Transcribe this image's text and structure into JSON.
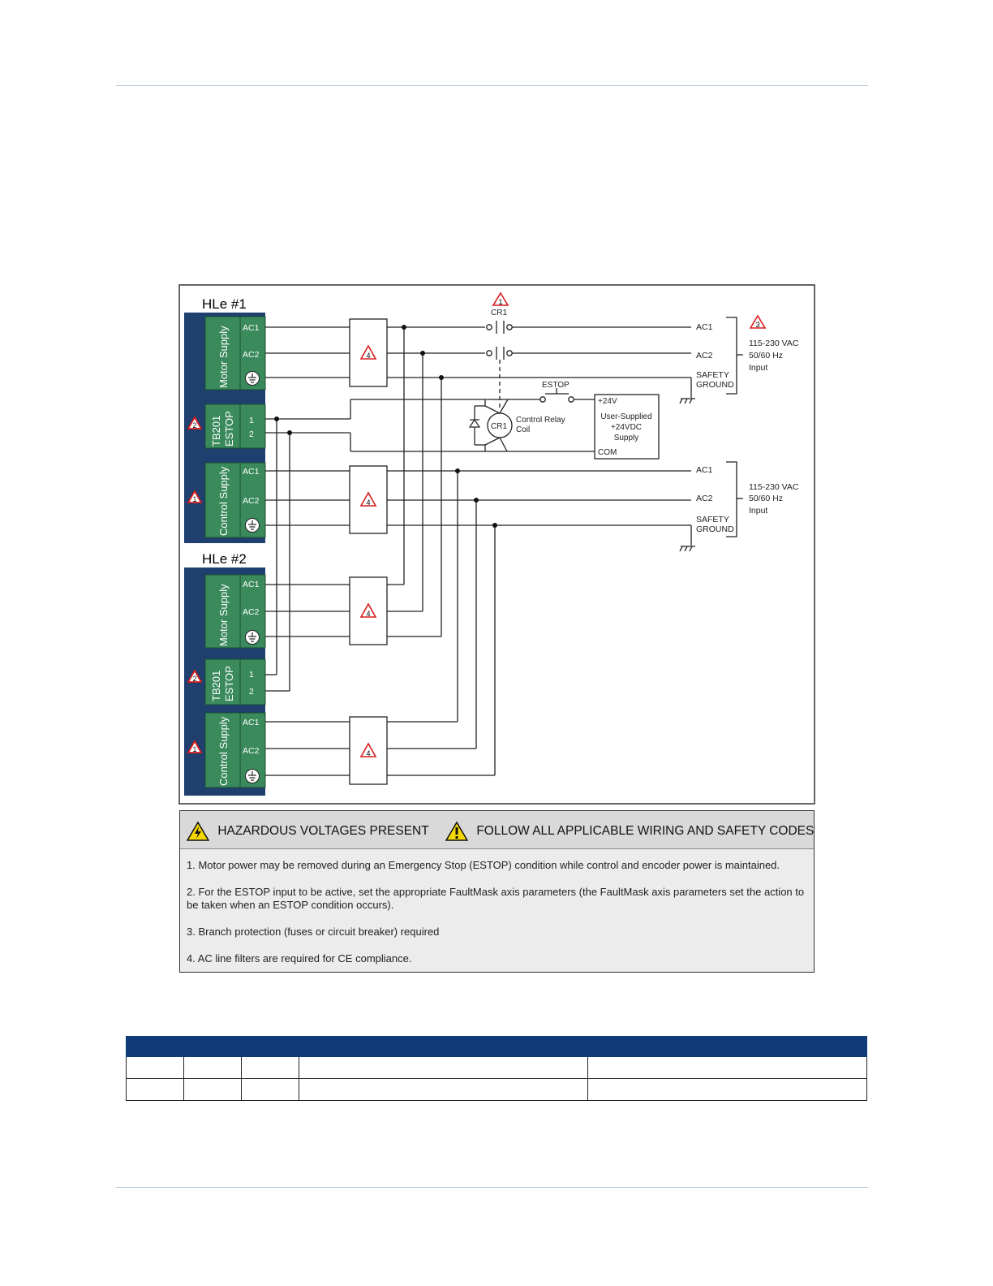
{
  "modules": {
    "hle1": "HLe #1",
    "hle2": "HLe #2",
    "motor_supply": "Motor Supply",
    "control_supply": "Control Supply",
    "tb201": "TB201",
    "estop": "ESTOP",
    "ac1": "AC1",
    "ac2": "AC2",
    "pin1": "1",
    "pin2": "2"
  },
  "markers": {
    "m1": "1",
    "m2": "2",
    "m3": "3",
    "m4": "4"
  },
  "relay": {
    "cr1": "CR1",
    "coil_line1": "Control Relay",
    "coil_line2": "Coil",
    "estop_switch": "ESTOP"
  },
  "supply24": {
    "plus": "+24V",
    "line1": "User-Supplied",
    "line2": "+24VDC",
    "line3": "Supply",
    "com": "COM"
  },
  "inputs": {
    "ac1": "AC1",
    "ac2": "AC2",
    "safety": "SAFETY",
    "ground": "GROUND",
    "voltage": "115-230 VAC",
    "freq": "50/60 Hz",
    "input": "Input"
  },
  "notes_panel": {
    "hazard": "HAZARDOUS VOLTAGES PRESENT",
    "codes": "FOLLOW ALL APPLICABLE WIRING AND SAFETY CODES",
    "note1": "1. Motor power may be removed during an Emergency Stop (ESTOP) condition while control and encoder power is maintained.",
    "note2": "2. For the ESTOP input to be active, set the appropriate FaultMask axis parameters (the FaultMask axis parameters set the action to be taken when an ESTOP condition occurs).",
    "note3": "3. Branch protection (fuses or circuit breaker) required",
    "note4": "4. AC line filters are required for CE compliance."
  },
  "colors": {
    "module_blue": "#1f3f6e",
    "terminal_green": "#3a8a5c",
    "warn_red": "#d81e1e",
    "header_blue": "#0f3c78"
  }
}
